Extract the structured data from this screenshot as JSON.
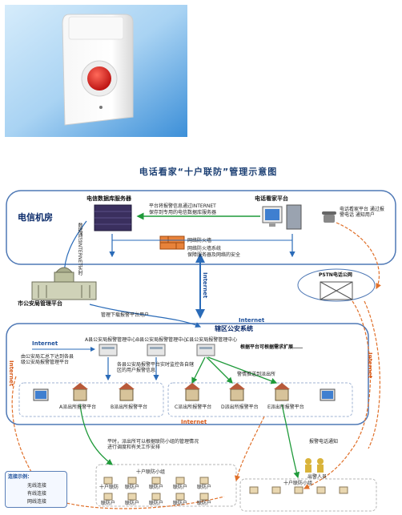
{
  "title": "电话看家“十户联防”管理示意图",
  "top_region": {
    "label": "电信机房",
    "telecom_server": "电信数据库服务器",
    "platform": "电话看家平台",
    "platform_note": "电话看家平台 通过报警电话 通知用户",
    "sync_note_1": "平台将报警信息通过INTERNET",
    "sync_note_2": "保存到专用的电信数据库服务器",
    "firewall_1": "网络防火墙",
    "firewall_2": "网络防火墙系统",
    "firewall_3": "保障服务器及网络的安全",
    "link_label": "数据通过INTERNET实时传输到市公安局管理平台"
  },
  "city_police": "市公安局管理平台",
  "pstn": "PSTN电话公网",
  "internet": "Internet",
  "download_note": "管理下载报警平台用户",
  "district": {
    "label": "辖区公安系统",
    "servers": [
      "A县公安局报警管理中心",
      "B县公安局报警管理中心",
      "C县公安局报警管理中心"
    ],
    "expand_note": "根据平台可根据需求扩展……",
    "left_note": "由公安局汇总下达到各县级公安局报警管理平台",
    "center_note": "各县公安局报警平台实时监控各自辖区的用户报警信息",
    "alarm_note": "警情推送到派出所",
    "stations": [
      "A派出所报警平台",
      "B派出所报警平台",
      "C派出所报警平台",
      "D派出所报警平台",
      "E派出所报警平台"
    ]
  },
  "bottom": {
    "left_note": "平时，派出所可以根据联防小组的管理情况进行调度和有关工作安排",
    "ten_house": "十户联防小组",
    "house_labels": [
      "十户联防",
      "联防户",
      "联防户",
      "联防户",
      "联防户",
      "联防户",
      "联防户",
      "联防户",
      "联防户",
      "联防户"
    ],
    "responder": "出警人员",
    "alarm_call": "报警电话通知"
  },
  "legend": {
    "title": "连接示例：",
    "items": [
      "无线连接",
      "有线连接",
      "网线连接"
    ]
  },
  "colors": {
    "blue_arrow": "#2a6bb8",
    "green_arrow": "#1f9a3a",
    "orange_dashed": "#e0702a",
    "frame": "#4e78b5"
  }
}
